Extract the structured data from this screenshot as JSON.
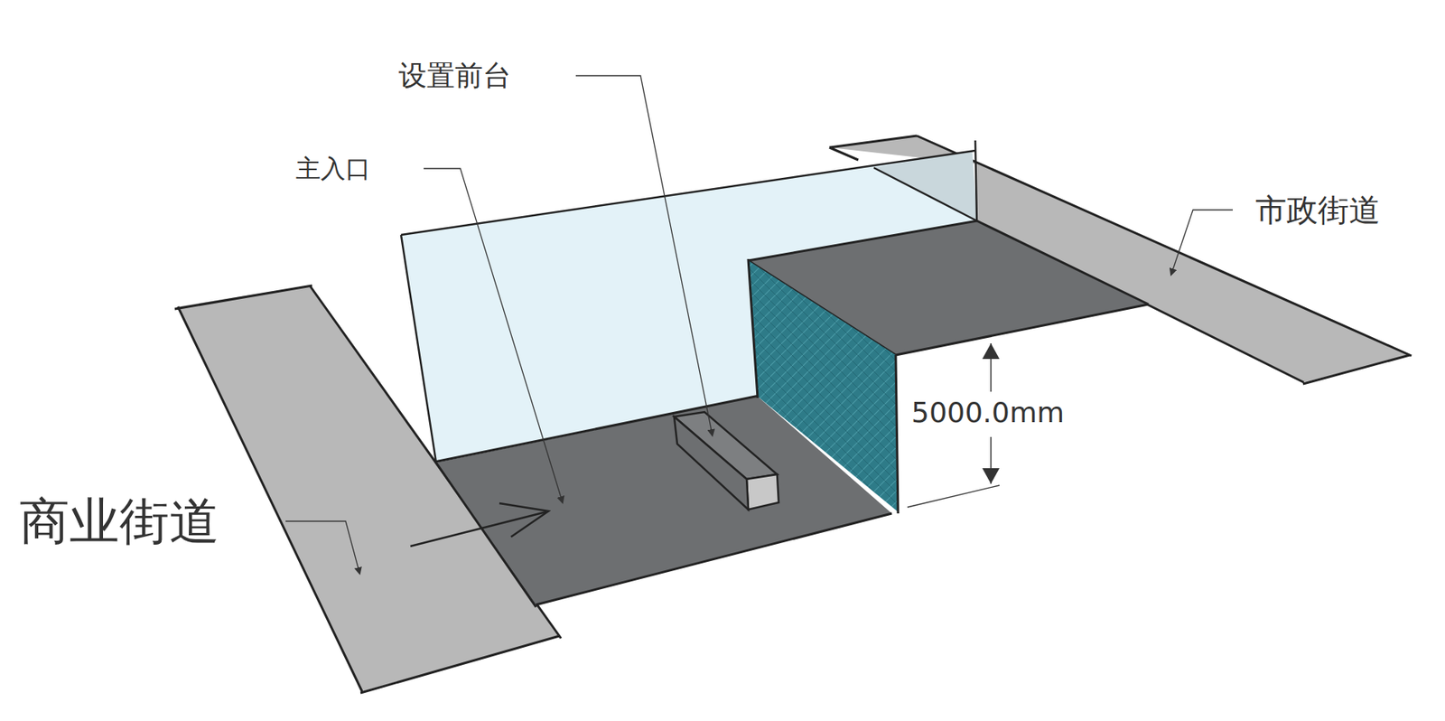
{
  "diagram": {
    "labels": [
      "设置前台",
      "主入口",
      "商业街道",
      "市政街道",
      "5000.0mm"
    ]
  }
}
